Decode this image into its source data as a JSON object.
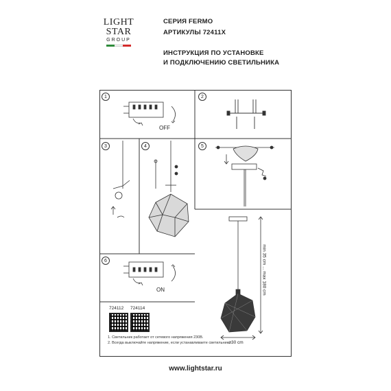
{
  "logo": {
    "line1": "LIGHT",
    "line2": "STAR",
    "line3": "GROUP",
    "flag_colors": [
      "#2e8b3a",
      "#ffffff",
      "#d32b2b"
    ]
  },
  "header": {
    "series": "СЕРИЯ FERMO",
    "articles": "АРТИКУЛЫ 72411X",
    "title_line1": "ИНСТРУКЦИЯ ПО УСТАНОВКЕ",
    "title_line2": "И ПОДКЛЮЧЕНИЮ СВЕТИЛЬНИКА"
  },
  "steps": [
    "1",
    "2",
    "3",
    "4",
    "5",
    "6"
  ],
  "labels": {
    "off": "OFF",
    "on": "ON"
  },
  "dimensions": {
    "height": "min 35 cm ... max 180 cm",
    "diameter": "ø30 cm"
  },
  "codes": [
    "724112",
    "724114"
  ],
  "notes": [
    "1. Светильник работает от сетевого напряжения 230В.",
    "2. Всегда выключайте напряжение, если устанавливаете светильник."
  ],
  "website": "www.lightstar.ru"
}
